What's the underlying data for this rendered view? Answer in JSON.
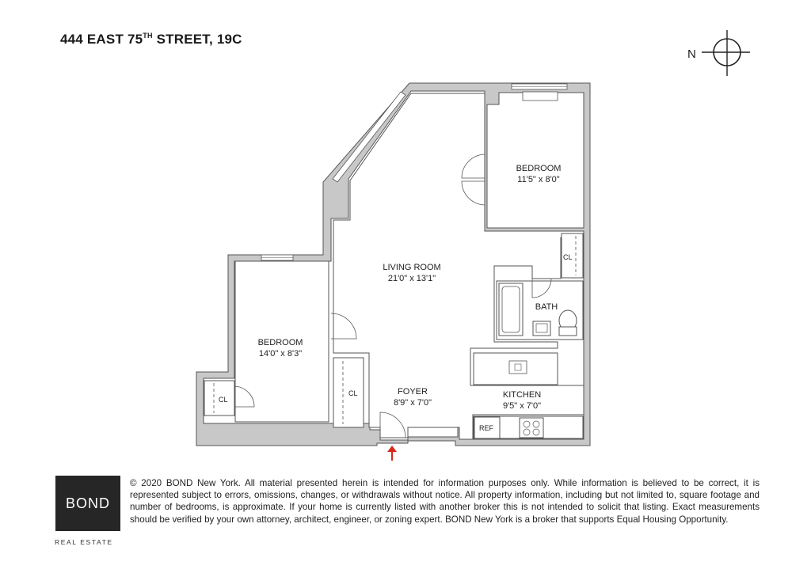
{
  "header": {
    "title_prefix": "444 EAST 75",
    "title_sup": "TH",
    "title_suffix": " STREET, 19C"
  },
  "compass": {
    "label": "N"
  },
  "rooms": {
    "bedroom_right": {
      "name": "BEDROOM",
      "size": "11'5\" x 8'0\""
    },
    "living_room": {
      "name": "LIVING ROOM",
      "size": "21'0\" x 13'1\""
    },
    "bath": {
      "name": "BATH"
    },
    "bedroom_left": {
      "name": "BEDROOM",
      "size": "14'0\" x 8'3\""
    },
    "foyer": {
      "name": "FOYER",
      "size": "8'9\" x 7'0\""
    },
    "kitchen": {
      "name": "KITCHEN",
      "size": "9'5\" x 7'0\""
    },
    "closet_left": "CL",
    "closet_foyer": "CL",
    "closet_bath": "CL",
    "refrigerator": "REF"
  },
  "colors": {
    "wall": "#c8c8c8",
    "wall_stroke": "#555555",
    "entry_arrow": "#d8281e",
    "logo_bg": "#262626"
  },
  "footer": {
    "logo_text": "BOND",
    "logo_subtitle": "REAL ESTATE",
    "disclaimer": "© 2020 BOND New York. All material presented herein is intended for information purposes only. While information is believed to be correct, it is represented subject to errors, omissions, changes, or withdrawals without notice. All property information, including but not limited to, square footage and number of bedrooms, is approximate. If your home is currently listed with another broker this is not intended to solicit that listing. Exact measurements should be verified by your own attorney, architect, engineer, or zoning expert. BOND New York is a broker that supports Equal Housing Opportunity."
  }
}
